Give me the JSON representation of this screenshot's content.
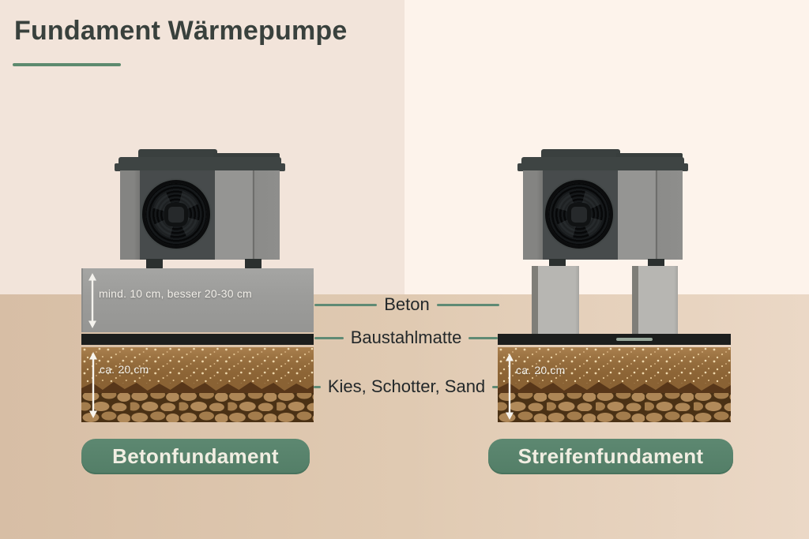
{
  "title": "Fundament Wärmepumpe",
  "labels": {
    "beton": "Beton",
    "baustahlmatte": "Baustahlmatte",
    "kies": "Kies, Schotter, Sand"
  },
  "left": {
    "caption": "Betonfundament",
    "slab_measure": "mind. 10 cm, besser 20-30 cm",
    "gravel_measure": "ca. 20 cm"
  },
  "right": {
    "caption": "Streifenfundament",
    "gravel_measure": "ca. 20 cm"
  },
  "colors": {
    "accent_green": "#5d8a6e",
    "connector_green": "#5f8a74",
    "title_text": "#39413d",
    "label_text": "#23282a",
    "bg_left": "#f2e4da",
    "bg_right": "#fdf3eb",
    "ground": "#dcc3ab",
    "concrete_gray": "#9c9c9a",
    "rebar_black": "#1c1e1d",
    "gravel_brown": "#a87c48"
  }
}
